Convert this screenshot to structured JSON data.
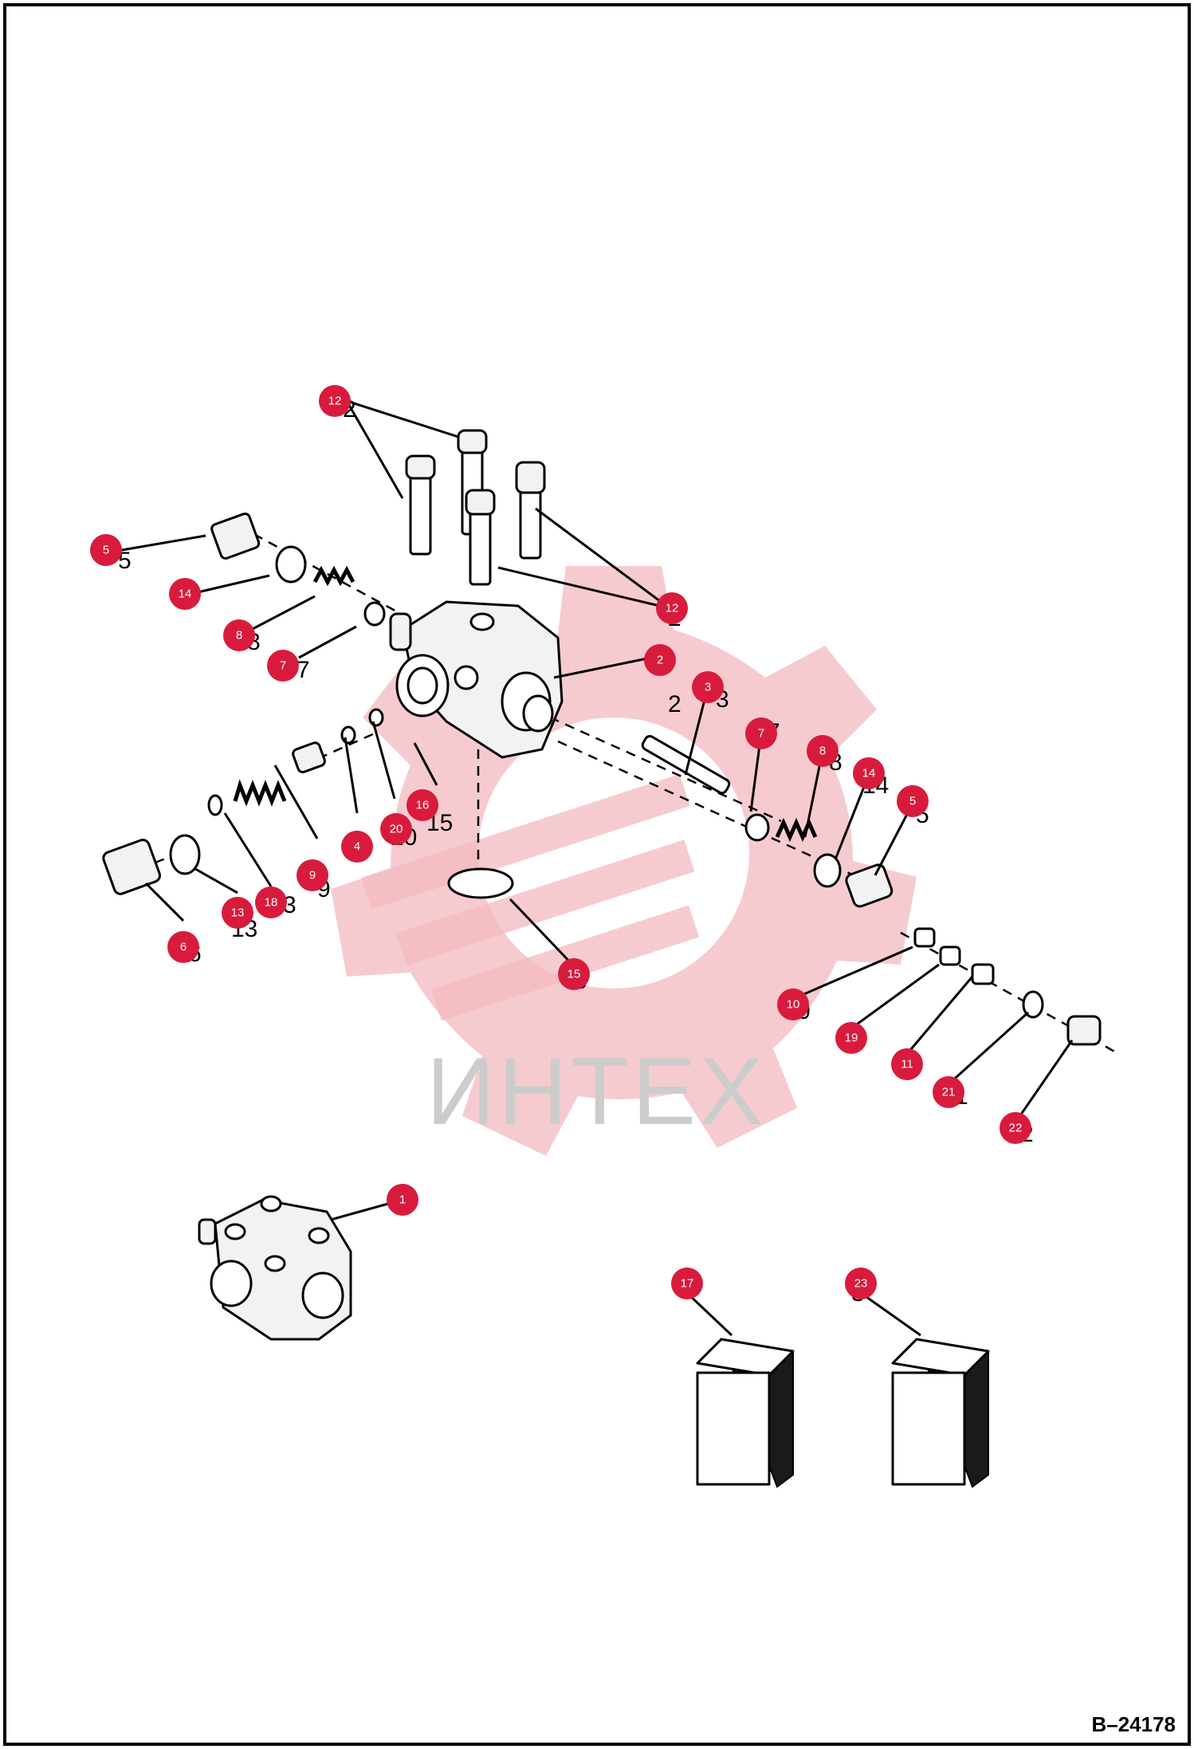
{
  "figure_ref": "B–24178",
  "watermark_text": "ИНТЕХ",
  "callouts": [
    {
      "num": "1"
    },
    {
      "num": "2"
    },
    {
      "num": "3"
    },
    {
      "num": "4"
    },
    {
      "num": "5"
    },
    {
      "num": "5"
    },
    {
      "num": "6"
    },
    {
      "num": "7"
    },
    {
      "num": "7"
    },
    {
      "num": "8"
    },
    {
      "num": "8"
    },
    {
      "num": "9"
    },
    {
      "num": "10"
    },
    {
      "num": "11"
    },
    {
      "num": "12"
    },
    {
      "num": "12"
    },
    {
      "num": "13"
    },
    {
      "num": "14"
    },
    {
      "num": "14"
    },
    {
      "num": "15"
    },
    {
      "num": "16"
    },
    {
      "num": "17"
    },
    {
      "num": "18"
    },
    {
      "num": "19"
    },
    {
      "num": "20"
    },
    {
      "num": "21"
    },
    {
      "num": "22"
    },
    {
      "num": "23"
    }
  ],
  "colors": {
    "callout": "#d81b3c",
    "watermark": "#f3b9bf"
  }
}
